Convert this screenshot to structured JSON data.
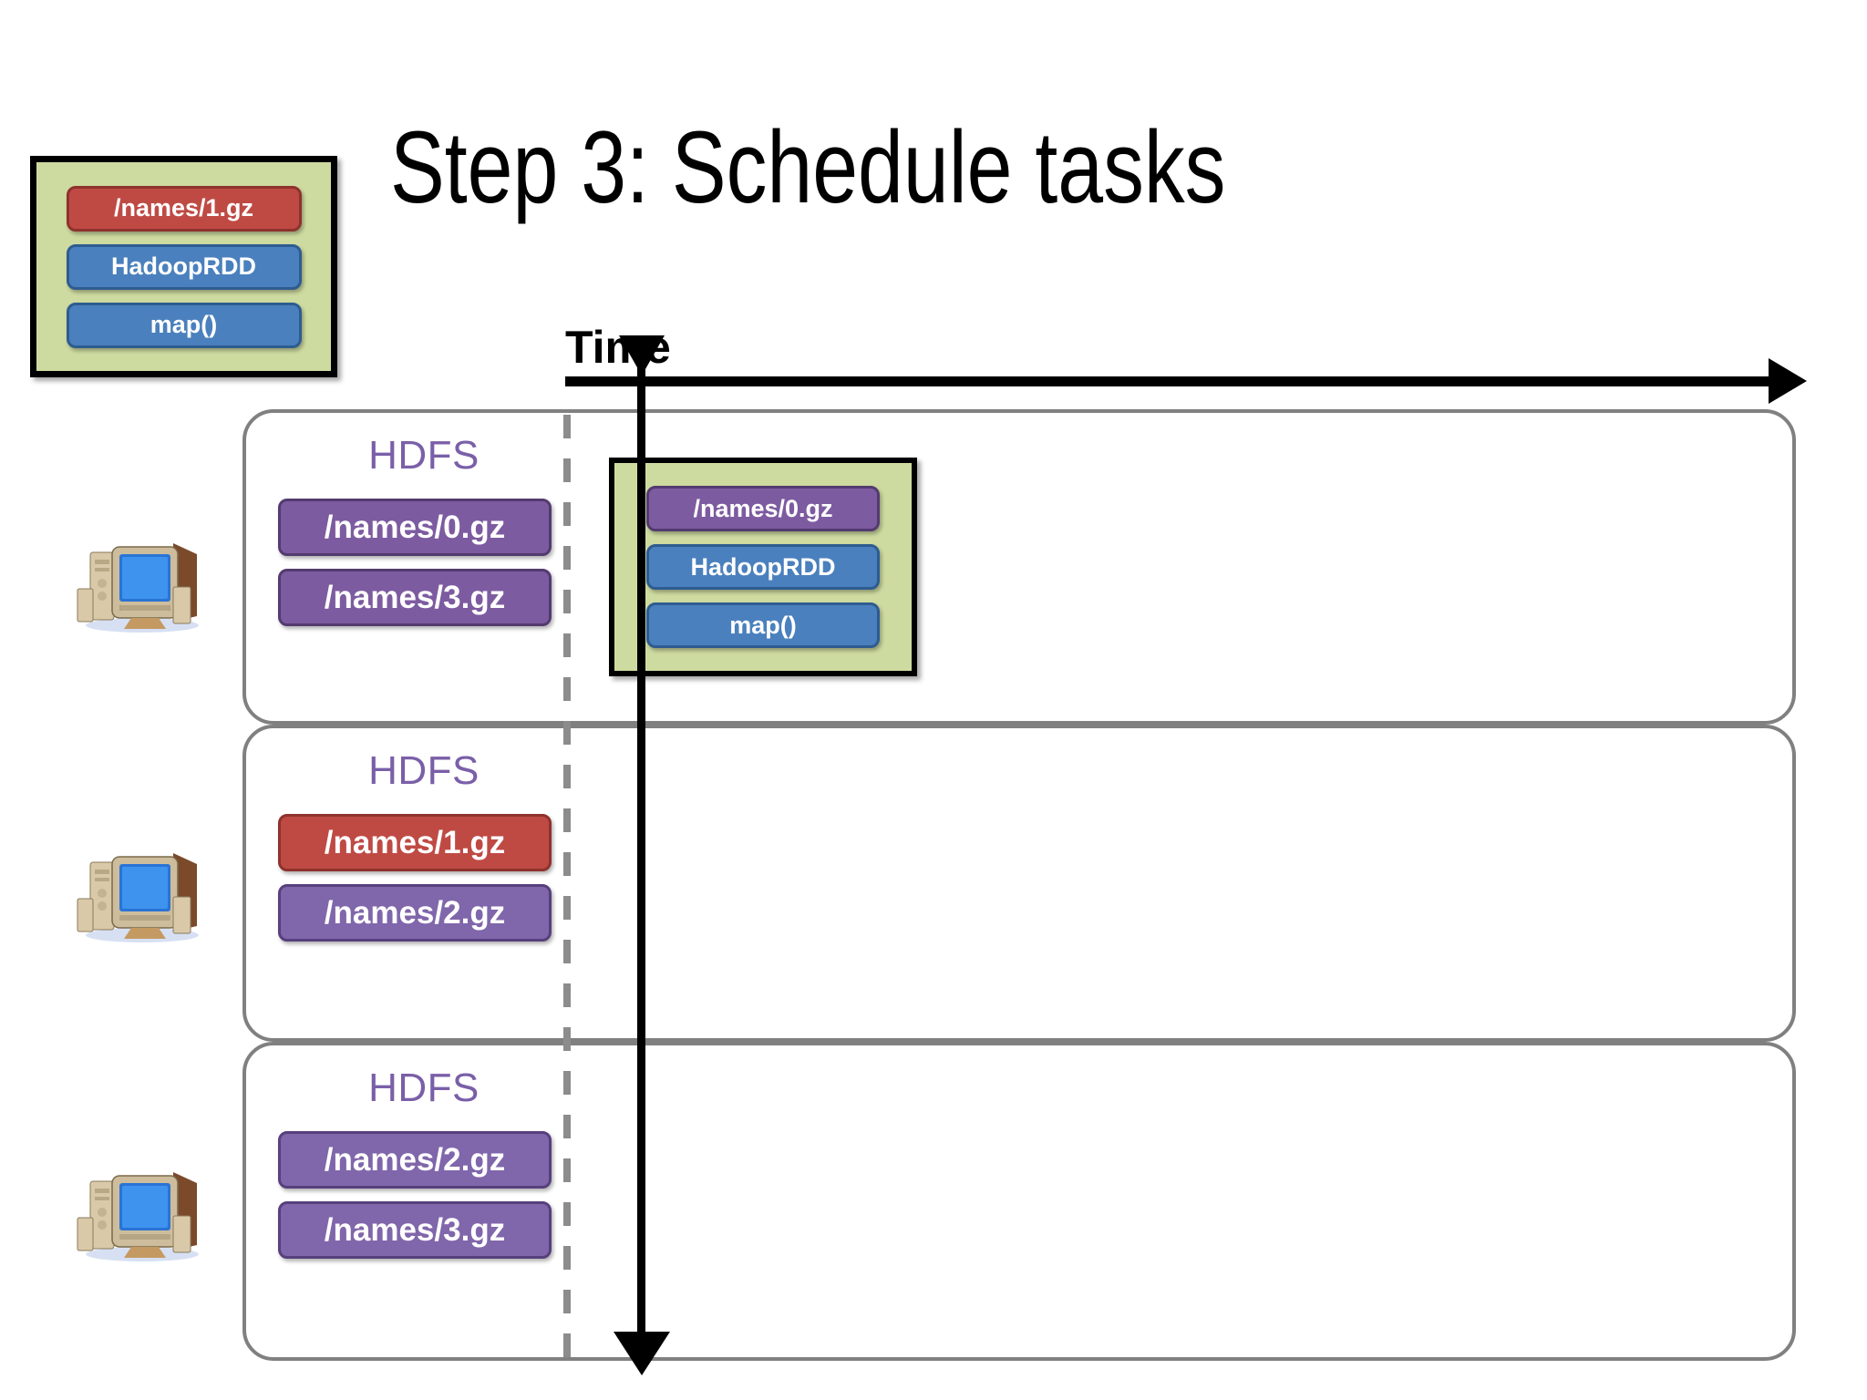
{
  "slide": {
    "title": "Step 3: Schedule tasks",
    "background_color": "#ffffff"
  },
  "legend_stage": {
    "name": "stage-legend",
    "background_color": "#cedba0",
    "border_color": "#000000",
    "pills": [
      {
        "label": "/names/1.gz",
        "color": "#bf4a44",
        "kind": "red"
      },
      {
        "label": "HadoopRDD",
        "color": "#4a80bd",
        "kind": "blue"
      },
      {
        "label": "map()",
        "color": "#4a80bd",
        "kind": "blue"
      }
    ]
  },
  "time_axis": {
    "label": "Time",
    "color": "#000000",
    "direction": "right"
  },
  "now_marker": {
    "color": "#000000",
    "direction": "down"
  },
  "nodes": [
    {
      "id": "node-1",
      "hdfs_label": "HDFS",
      "files": [
        {
          "label": "/names/0.gz",
          "color": "#7d5ba0",
          "kind": "purple"
        },
        {
          "label": "/names/3.gz",
          "color": "#7d5ba0",
          "kind": "purple"
        }
      ],
      "task": {
        "background_color": "#cedba0",
        "pills": [
          {
            "label": "/names/0.gz",
            "color": "#7d5ba0",
            "kind": "purple"
          },
          {
            "label": "HadoopRDD",
            "color": "#4a80bd",
            "kind": "blue"
          },
          {
            "label": "map()",
            "color": "#4a80bd",
            "kind": "blue"
          }
        ]
      }
    },
    {
      "id": "node-2",
      "hdfs_label": "HDFS",
      "files": [
        {
          "label": "/names/1.gz",
          "color": "#bf4a44",
          "kind": "red"
        },
        {
          "label": "/names/2.gz",
          "color": "#8066ab",
          "kind": "purple-light"
        }
      ],
      "task": null
    },
    {
      "id": "node-3",
      "hdfs_label": "HDFS",
      "files": [
        {
          "label": "/names/2.gz",
          "color": "#8066ab",
          "kind": "purple-light"
        },
        {
          "label": "/names/3.gz",
          "color": "#8066ab",
          "kind": "purple-light"
        }
      ],
      "task": null
    }
  ],
  "colors": {
    "green_stage": "#cedba0",
    "red_block": "#bf4a44",
    "blue_block": "#4a80bd",
    "purple_block": "#7d5ba0",
    "hdfs_text": "#7a5fa8",
    "row_border": "#808080",
    "dashed_divider": "#8c8c8c"
  }
}
